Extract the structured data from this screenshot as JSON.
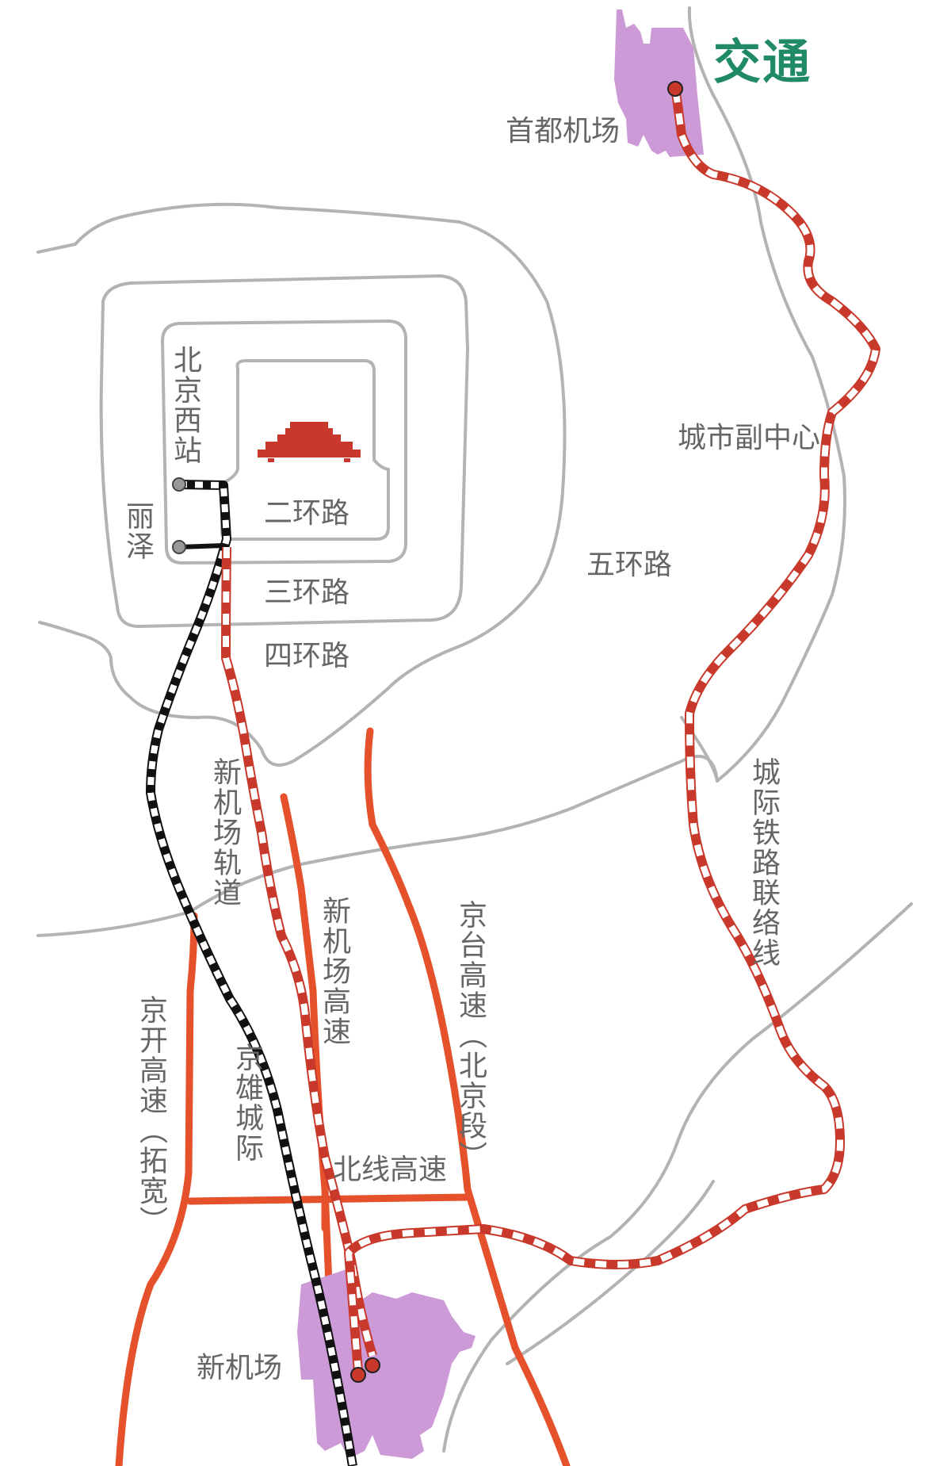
{
  "title": "交通",
  "colors": {
    "title": "#1f8a63",
    "road_gray": "#b3b3b3",
    "highway_red": "#e5512b",
    "rail_red": "#c8392b",
    "rail_black": "#111111",
    "airport_purple": "#cc9ad6",
    "landmark_red": "#c8392b",
    "label_gray": "#666666"
  },
  "labels": {
    "capital_airport": "首都机场",
    "sub_center": "城市副中心",
    "beijing_west": "北京西站",
    "lize": "丽泽",
    "ring2": "二环路",
    "ring3": "三环路",
    "ring4": "四环路",
    "ring5": "五环路",
    "new_airport_rail": "新机场轨道",
    "new_airport_expressway": "新机场高速",
    "jingtai": "京台高速（北京段）",
    "jingkai": "京开高速（拓宽）",
    "jingxiong": "京雄城际",
    "intercity_link": "城际铁路联络线",
    "north_expressway": "北线高速",
    "new_airport": "新机场"
  },
  "icons": {
    "landmark": "tiananmen-icon",
    "airport_area": "airport-area"
  }
}
